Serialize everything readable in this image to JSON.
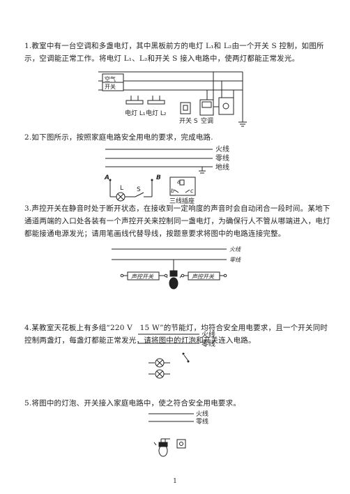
{
  "questions": {
    "q1": "1.教室中有一台空调和多盏电灯，其中黑板前方的电灯 L₁和 L₂由一个开关 S 控制，如图所示，空调能正常工作。将电灯 L₁、L₂和开关 S 接入电路中，使两灯都能正常发光。",
    "q2": "2.如下图所示，按照家庭电路安全用电的要求，完成电路.",
    "q3": "3.声控开关在静音时处于断开状态，在接收到一定响度的声音时会自动闭合一段时间。某地下通道两端的入口处各装有一个声控开关来控制同一盏电灯，为确保行人不管从哪端进入，电灯都能接通电源发光；请用笔画线代替导线，按题意要求将图中的电路连接完整。",
    "q4": "4.某教室天花板上有多组“220 V　15 W”的节能灯，均符合安全用电要求，且一个开关同时控制两盏灯，每盏灯都能正常发光，请将图中的灯泡和开关连入电路。",
    "q5": "5.将图中的灯泡、开关接入家庭电路中，使之符合安全用电要求。"
  },
  "fig1": {
    "ac_switch_label_1": "空气",
    "ac_switch_label_2": "开关",
    "lamp1_label": "电灯 L₁",
    "lamp2_label": "电灯 L₂",
    "switch_label": "开关 S",
    "ac_label": "空调"
  },
  "fig2": {
    "live": "火线",
    "neutral": "零线",
    "ground": "地线",
    "point_a": "A",
    "point_b": "B",
    "lamp": "L",
    "switch": "S",
    "socket_a": "a",
    "socket_b": "b",
    "socket_c": "c",
    "socket_label": "三线插座"
  },
  "fig3": {
    "live": "火线",
    "neutral": "零线",
    "switch1": "声控开关",
    "switch2": "声控开关"
  },
  "fig4": {
    "live": "火线",
    "neutral": "零线"
  },
  "fig5": {
    "live": "火线",
    "neutral": "零线"
  },
  "page_number": "1"
}
